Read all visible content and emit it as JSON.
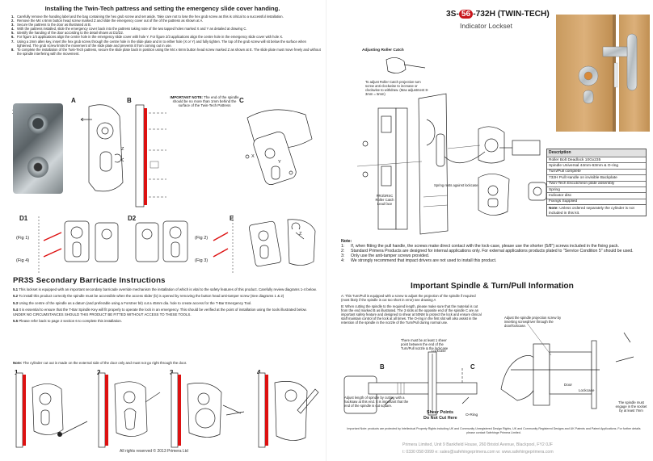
{
  "left": {
    "title": "Installing the Twin-Tech pattress and setting the emergency slide cover handing.",
    "steps": [
      {
        "n": "1.",
        "text": "Carefully remove the handing label and the bag containing the hex grub screw and set aside. Take care not to lose the hex grub screw as this is critical to a successful installation."
      },
      {
        "n": "2.",
        "text": "Remove the M4 x 6mm button head screw marked Z and slide the emergency cover out of the of the pattress as shown at A."
      },
      {
        "n": "3.",
        "text": "Secure the pattress to the door as illustrated at B."
      },
      {
        "n": "4.",
        "text": "With the pattress installed, slide the emergency cover back into the pattress taking note of the two tapped holes marked X and Y as detailed at drawing C."
      },
      {
        "n": "5.",
        "text": "Identify the handing of the door according to the detail shown at D1/D2."
      },
      {
        "n": "6.",
        "text": "For figure 1/4 applications align the centre hole in the emergency slide cover with hole Y. For figure 2/3 applications align the centre hole in the emergency slide cover with hole X."
      },
      {
        "n": "7.",
        "text": "Using a 2mm allen key, insert the hex grub screw through the centre hole in the slide plate and in to either hole (X or Y) and fully tighten. The top of the grub screw will sit below the surface when tightened. The grub screw limits the movement of the slide plate and prevents it from coming out in use."
      },
      {
        "n": "8.",
        "text": "To complete the installation of the Twin-Tech pattress, secure the slide plate back in position using the M4 x 6mm button head screw marked Z as shown at E. The slide plate must move freely and without the spindle interfering with the movement."
      }
    ],
    "panel_labels": {
      "p1": "1",
      "a": "A",
      "b": "B",
      "c": "C",
      "d1": "D1",
      "d2": "D2",
      "e": "E"
    },
    "important_note": {
      "head": "IMPORTANT NOTE:",
      "body": "The end of the spindle should be no more than 1mm behind the surface of the Twin-Tech Pattress"
    },
    "fig_labels": {
      "fig1": "(Fig 1)",
      "fig4": "(Fig 4)",
      "fig2": "(Fig 2)",
      "fig3": "(Fig 3)",
      "z1": "Z",
      "z2": "Z",
      "x": "X",
      "y": "Y"
    },
    "section_title": "PR3S Secondary Barricade Instructions",
    "section_paras": [
      {
        "n": "5.1",
        "text": "This lockset is equipped with an important secondary barricade override mechanism the installation of which is vital to the safety features of this product. Carefully review diagrams 1-4 below."
      },
      {
        "n": "5.2",
        "text": "To install this product correctly the spindle must be accessible when the access slider (b) is opened by removing the button head anti-tamper screw (See diagrams 1 & 2)"
      },
      {
        "n": "5.3",
        "text": "Using the centre of the spindle as a datum (and preferable using a Forstner bit) cut a 45mm dia. hole to create access for the T-Bar Emergency Tool."
      },
      {
        "n": "5.4",
        "text": "It is essential to ensure that the T-Bar Spindle Key will fit properly to operate the lock in an emergency. This should be verified at the point of installation using the tools illustrated below."
      },
      {
        "n": "",
        "text": "UNDER NO CIRCUMSTANCES SHOULD THIS PRODUCT BE FITTED WITHOUT ACCESS TO THESE TOOLS."
      },
      {
        "n": "5.5",
        "text": "Please refer back to page 2 section 6 to complete this installation."
      }
    ],
    "note_head": "Note:",
    "note_body": "The cylinder cut out is made on the external side of the door only and must not go right through the door.",
    "bottom_steps": [
      "1",
      "2",
      "3",
      "4"
    ],
    "copyright": "All rights reserved © 2013 Primera Ltd"
  },
  "right": {
    "title_pre": "3S-",
    "title_hl": "56",
    "title_post": "-732H (TWIN-TECH)",
    "subtitle": "Indicator Lockset",
    "callouts": {
      "roller": "Adjusting Roller Catch",
      "roller_note": "To adjust Roller Catch projection turn screw anti-clockwise to increase or clockwise to withdraw. (Max adjustment 8-3mm = 5mm)",
      "spring": "Spring rests against lockcase",
      "pr3s": "PR3/3RSC Roller Catch Lead face"
    },
    "description": {
      "head": "Description",
      "rows": [
        "Roller Bolt Deadlock 10Gx235",
        "Spindle Universal 44mm-63mm & O-ring",
        "Turn/Pull complete",
        "732H Pull Handle on invisible Backplate",
        "Twin-Tech Escutcheon plate assembly",
        "Spring",
        "Indicator disc",
        "Fixings Supplied"
      ],
      "note_head": "Note:",
      "note_body": "Unless ordered separately the cylinder is not included in this kit."
    },
    "notes_head": "Note:",
    "notes": [
      {
        "n": "1:",
        "text": "If, when fitting the pull handle, the screws make direct contact with the lock-case, please use the shorter (5/8\") screws included in the fixing pack."
      },
      {
        "n": "2:",
        "text": "Standard Primera Products are designed for internal applications only. For external applications products plated to \"Service Condition 5\" should be used."
      },
      {
        "n": "3:",
        "text": "Only use the anti-tamper screws provided."
      },
      {
        "n": "4:",
        "text": "We strongly recommend that impact drivers are not used to install this product."
      }
    ],
    "section_title": "Important Spindle & Turn/Pull Information",
    "body": [
      "A: This Turn/Pull is equipped with a screw to adjust the projection of the spindle if required (most likely if the spindle is cut too short in error) see drawing A",
      "B: When cutting the spindle to the required length, please make sure that the material is cut from the end marked B as illustrated. The 3 slots at the opposite end of the spindle C are an important safety feature and designed to shear at 50NM to protect the lock and ensure clinical staff maintain control of the lock at all times. The O-ring in the first slot will also assist in the retention of the spindle in the nozzle of the Turn/Pull during normal use."
    ],
    "diagram_labels": {
      "lockcase": "Lockcase",
      "there_must": "There must be at least 1 sheer point between the end of the Turn/Pull nozzle & the lockcase",
      "b": "B",
      "c": "C",
      "adjust_len": "Adjust length of spindle by cutting with a hacksaw at this end. It is important that the end of the spindle is cut square.",
      "sheer": "Sheer Points",
      "do_not": "Do Not Cut Here",
      "oring": "O-Ring",
      "adjust_proj": "Adjust the spindle projection screw by inserting screwdriver through the door/lockcase.",
      "door": "Door",
      "lockcase2": "Lockcase",
      "spindle_engage": "The spindle must engage in the socket by at least 7mm"
    },
    "legal": "Important Note: products are protected by Intellectual Property Rights including UK and Community Unregistered Design Rights, UK and Community Registered Designs and UK Patents and Patent Applications. For further details please contact Safehinge Primera Limited.",
    "footer_addr": "Primera Limited, Unit 9 Bankfield House, 260 Bristol Avenue, Blackpool, FY2 0JF",
    "footer_contact": "t: 0330 058 0999   e: sales@safehingeprimera.com   w: www.safehingeprimera.com"
  }
}
